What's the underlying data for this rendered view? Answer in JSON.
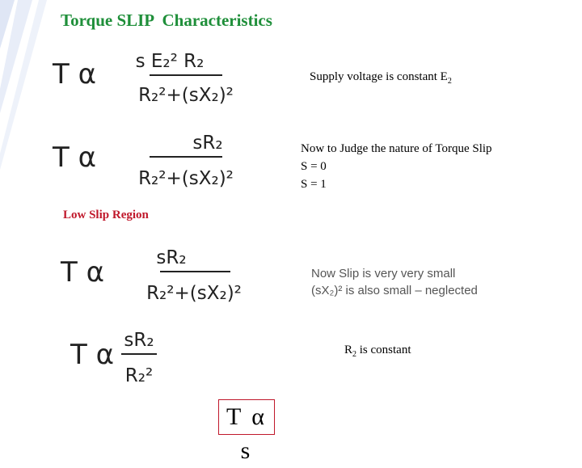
{
  "title": "Torque SLIP  Characteristics",
  "proportional": "T α",
  "formula1": {
    "numerator": "s E₂² R₂",
    "denominator": "R₂²+(sX₂)²"
  },
  "formula2": {
    "numerator": "sR₂",
    "denominator": "R₂²+(sX₂)²"
  },
  "formula3": {
    "numerator": "sR₂",
    "denominator": "R₂²+(sX₂)²"
  },
  "formula4": {
    "numerator": "sR₂",
    "denominator": "R₂²"
  },
  "notes": {
    "supply": "Supply voltage is constant E",
    "supply_sub": "2",
    "judge": "Now to Judge the nature of Torque Slip",
    "s0": "S = 0",
    "s1": "S = 1",
    "low_slip_line1": "Now Slip is very very small",
    "low_slip_line2": "(sX₂)² is also small – neglected",
    "r2_sub": "2",
    "r2_text": " is constant"
  },
  "low_slip_region": "Low Slip Region",
  "result": "T α s"
}
